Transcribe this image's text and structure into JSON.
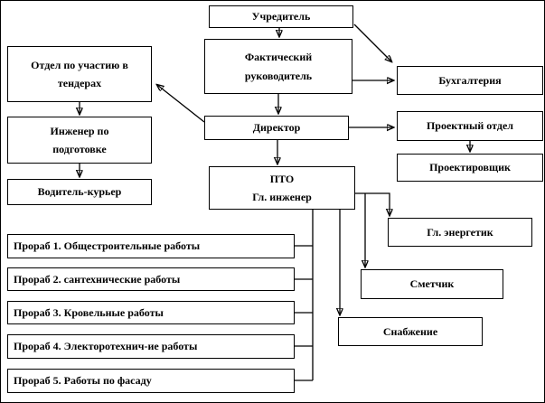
{
  "diagram": {
    "type": "org-chart",
    "language": "ru",
    "nodes": {
      "founder": {
        "label": "Учредитель"
      },
      "actual_manager": {
        "label": "Фактический\nруководитель"
      },
      "tender_dept": {
        "label": "Отдел по участию в\nтендерах"
      },
      "accounting": {
        "label": "Бухгалтерия"
      },
      "director": {
        "label": "Директор"
      },
      "project_dept": {
        "label": "Проектный отдел"
      },
      "prep_engineer": {
        "label": "Инженер по\nподготовке"
      },
      "designer": {
        "label": "Проектировщик"
      },
      "driver": {
        "label": "Водитель-курьер"
      },
      "pto": {
        "label": "ПТО\nГл. инженер"
      },
      "chief_power": {
        "label": "Гл. энергетик"
      },
      "estimator": {
        "label": "Сметчик"
      },
      "supply": {
        "label": "Снабжение"
      },
      "foreman1": {
        "label": "Прораб 1. Общестроительные работы"
      },
      "foreman2": {
        "label": "Прораб 2. сантехнические работы"
      },
      "foreman3": {
        "label": "Прораб 3. Кровельные работы"
      },
      "foreman4": {
        "label": "Прораб 4. Электоротехнич-ие работы"
      },
      "foreman5": {
        "label": "Прораб 5. Работы по фасаду"
      }
    },
    "edges": [
      {
        "from": "founder",
        "to": "actual_manager"
      },
      {
        "from": "founder",
        "to": "accounting"
      },
      {
        "from": "actual_manager",
        "to": "accounting"
      },
      {
        "from": "actual_manager",
        "to": "director"
      },
      {
        "from": "director",
        "to": "tender_dept"
      },
      {
        "from": "director",
        "to": "project_dept"
      },
      {
        "from": "project_dept",
        "to": "designer"
      },
      {
        "from": "tender_dept",
        "to": "prep_engineer"
      },
      {
        "from": "prep_engineer",
        "to": "driver"
      },
      {
        "from": "director",
        "to": "pto"
      },
      {
        "from": "pto",
        "to": "chief_power"
      },
      {
        "from": "pto",
        "to": "estimator"
      },
      {
        "from": "pto",
        "to": "supply"
      },
      {
        "from": "pto",
        "to": "foreman1"
      },
      {
        "from": "pto",
        "to": "foreman2"
      },
      {
        "from": "pto",
        "to": "foreman3"
      },
      {
        "from": "pto",
        "to": "foreman4"
      },
      {
        "from": "pto",
        "to": "foreman5"
      }
    ],
    "colors": {
      "line": "#000000",
      "box_border": "#000000",
      "box_fill": "#ffffff",
      "text": "#000000",
      "background": "#ffffff"
    }
  }
}
